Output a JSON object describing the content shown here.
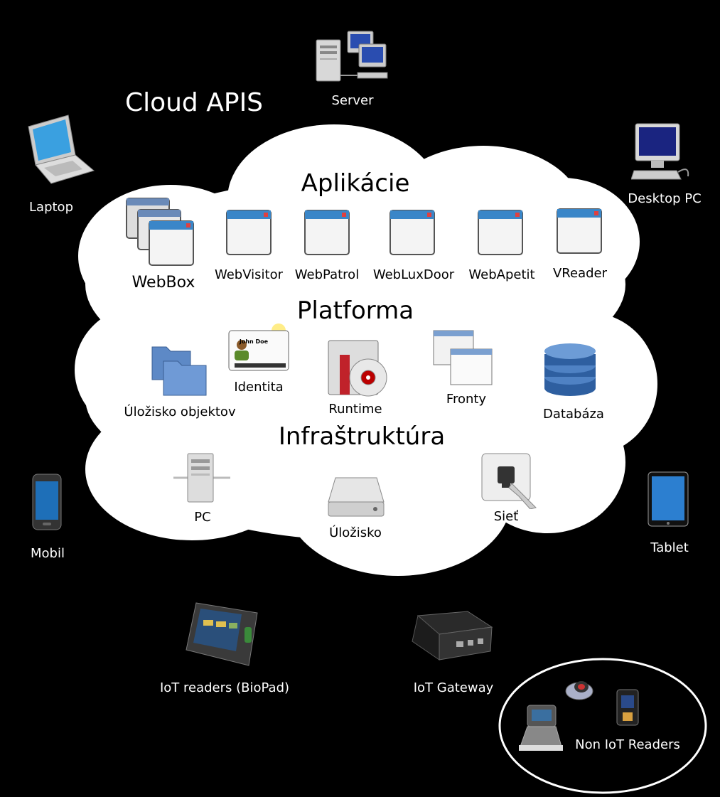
{
  "title": "Cloud APIS",
  "sections": {
    "applications": "Aplikácie",
    "platform": "Platforma",
    "infrastructure": "Infraštruktúra"
  },
  "apps": {
    "webbox": "WebBox",
    "webvisitor": "WebVisitor",
    "webpatrol": "WebPatrol",
    "webluxdoor": "WebLuxDoor",
    "webapetit": "WebApetit",
    "vreader": "VReader"
  },
  "platform": {
    "storage_objects": "Úložisko objektov",
    "identity": "Identita",
    "identity_card_name": "John Doe",
    "runtime": "Runtime",
    "queues": "Fronty",
    "database": "Databáza"
  },
  "infrastructure": {
    "pc": "PC",
    "storage": "Úložisko",
    "network": "Sieť"
  },
  "devices": {
    "server": "Server",
    "laptop": "Laptop",
    "desktop": "Desktop PC",
    "mobile": "Mobil",
    "tablet": "Tablet",
    "iot_readers": "IoT readers  (BioPad)",
    "iot_gateway": "IoT Gateway",
    "non_iot_readers": "Non IoT Readers"
  }
}
